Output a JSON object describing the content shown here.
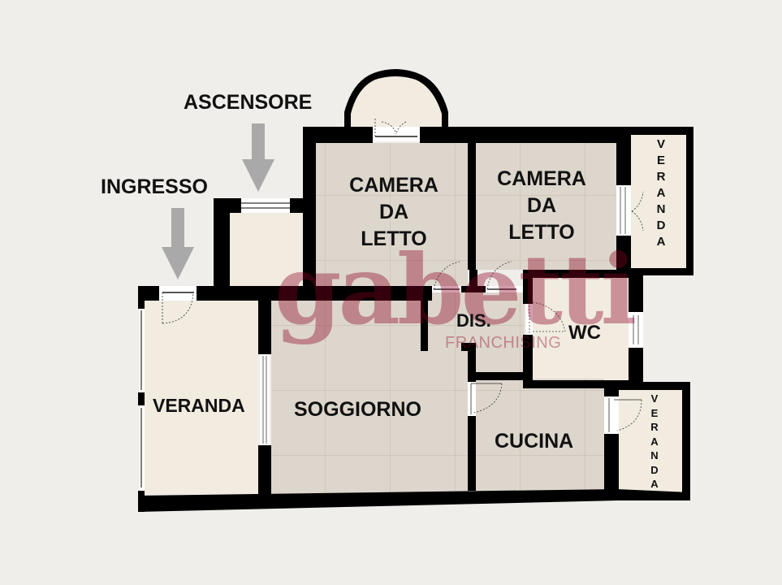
{
  "labels": {
    "ascensore": "ASCENSORE",
    "ingresso": "INGRESSO"
  },
  "rooms": [
    {
      "id": "camera-1",
      "lines": [
        "CAMERA",
        "DA",
        "LETTO"
      ]
    },
    {
      "id": "camera-2",
      "lines": [
        "CAMERA",
        "DA",
        "LETTO"
      ]
    },
    {
      "id": "veranda-right-top",
      "vertical": "VERANDA"
    },
    {
      "id": "dis",
      "label": "DIS."
    },
    {
      "id": "wc",
      "label": "WC"
    },
    {
      "id": "veranda-left",
      "label": "VERANDA"
    },
    {
      "id": "soggiorno",
      "label": "SOGGIORNO"
    },
    {
      "id": "cucina",
      "label": "CUCINA"
    },
    {
      "id": "veranda-right-bottom",
      "vertical": "VERANDA"
    }
  ],
  "veranda_letters": [
    "V",
    "E",
    "R",
    "A",
    "N",
    "D",
    "A"
  ],
  "watermark": {
    "brand": "gabetti",
    "sub": "FRANCHISING"
  },
  "colors": {
    "background": "#efeeea",
    "wall": "#000000",
    "floor_tile": "#ddd6cc",
    "floor_plain": "#f1ebe0",
    "arrow": "#a9a9a9",
    "watermark": "#8c0023"
  }
}
